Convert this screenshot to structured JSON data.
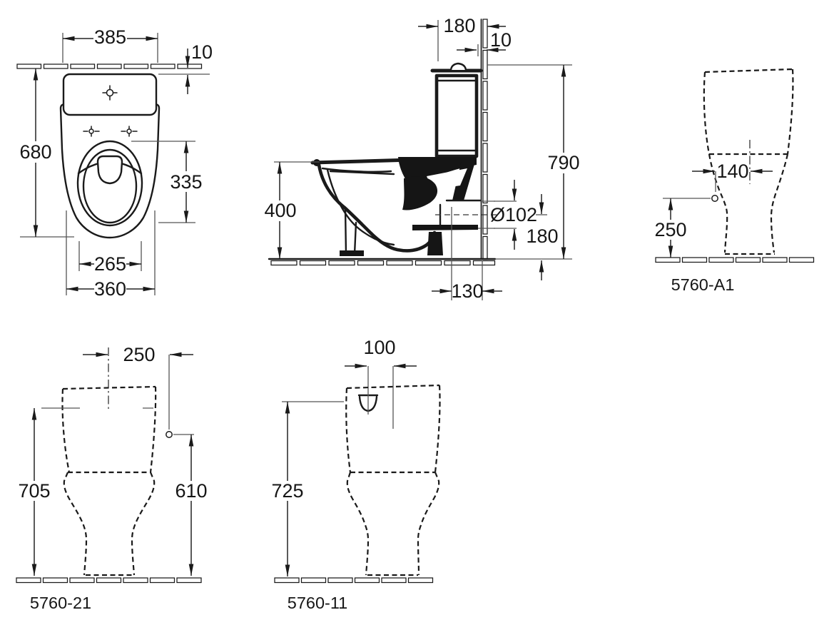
{
  "colors": {
    "ink": "#1a1a1a",
    "paper": "#ffffff"
  },
  "views": {
    "top": {
      "dims": {
        "tank_width": "385",
        "wall_clearance": "10",
        "total_depth": "680",
        "seat_depth": "335",
        "seat_width": "265",
        "bowl_width": "360"
      }
    },
    "side": {
      "dims": {
        "cistern_depth": "180",
        "wall_clearance": "10",
        "total_height": "790",
        "bowl_height": "400",
        "outlet_diameter": "Ø102",
        "outlet_height": "180",
        "outlet_wall_offset": "130"
      }
    },
    "front_a1": {
      "model": "5760-A1",
      "dims": {
        "supply_offset": "140",
        "supply_height": "250"
      }
    },
    "front_21": {
      "model": "5760-21",
      "dims": {
        "supply_offset": "250",
        "total_height": "705",
        "supply_height": "610"
      }
    },
    "front_11": {
      "model": "5760-11",
      "dims": {
        "button_offset": "100",
        "total_height": "725"
      }
    }
  }
}
